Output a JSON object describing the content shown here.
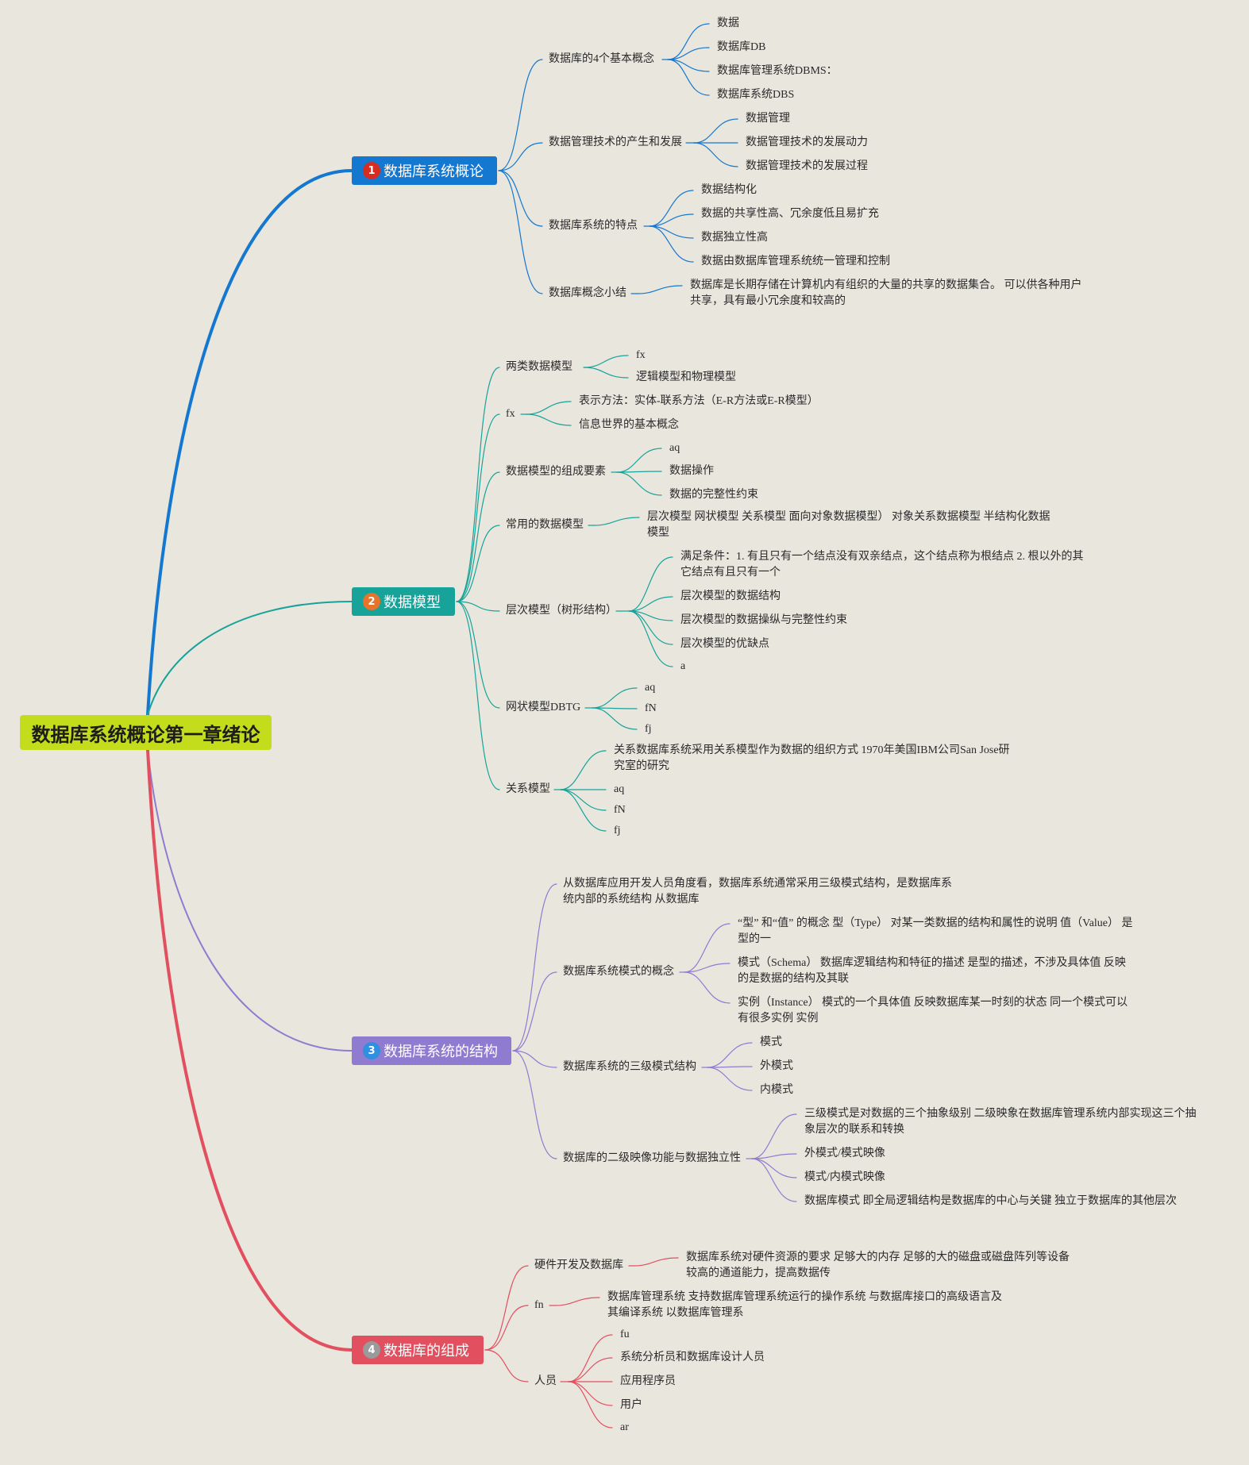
{
  "root": {
    "label": "数据库系统概论第一章绪论",
    "color": "#c3dc1b"
  },
  "branches": [
    {
      "id": "b1",
      "number": "1",
      "label": "数据库系统概论",
      "color": "#1477d0",
      "badge_color": "#d62d20",
      "children": [
        {
          "label": "数据库的4个基本概念",
          "children": [
            "数据",
            "数据库DB",
            "数据库管理系统DBMS：",
            "数据库系统DBS"
          ]
        },
        {
          "label": "数据管理技术的产生和发展",
          "children": [
            "数据管理",
            "数据管理技术的发展动力",
            "数据管理技术的发展过程"
          ]
        },
        {
          "label": "数据库系统的特点",
          "children": [
            "数据结构化",
            "数据的共享性高、冗余度低且易扩充",
            "数据独立性高",
            "数据由数据库管理系统统一管理和控制"
          ]
        },
        {
          "label": "数据库概念小结",
          "children": [
            "数据库是长期存储在计算机内有组织的大量的共享的数据集合。 可以供各种用户共享，具有最小冗余度和较高的"
          ]
        }
      ]
    },
    {
      "id": "b2",
      "number": "2",
      "label": "数据模型",
      "color": "#17a39a",
      "badge_color": "#e6742a",
      "children": [
        {
          "label": "两类数据模型",
          "children": [
            "fx",
            "逻辑模型和物理模型"
          ]
        },
        {
          "label": "fx",
          "children": [
            "表示方法：实体-联系方法（E-R方法或E-R模型）",
            "信息世界的基本概念"
          ]
        },
        {
          "label": "数据模型的组成要素",
          "children": [
            "aq",
            "数据操作",
            "数据的完整性约束"
          ]
        },
        {
          "label": "常用的数据模型",
          "children": [
            "层次模型 网状模型 关系模型 面向对象数据模型） 对象关系数据模型 半结构化数据模型"
          ]
        },
        {
          "label": "层次模型（树形结构）",
          "children": [
            "满足条件：1. 有且只有一个结点没有双亲结点，这个结点称为根结点 2. 根以外的其它结点有且只有一个",
            "层次模型的数据结构",
            "层次模型的数据操纵与完整性约束",
            "层次模型的优缺点",
            "a"
          ]
        },
        {
          "label": "网状模型DBTG",
          "children": [
            "aq",
            "fN",
            "fj"
          ]
        },
        {
          "label": "关系模型",
          "children": [
            "关系数据库系统采用关系模型作为数据的组织方式 1970年美国IBM公司San Jose研究室的研究",
            "aq",
            "fN",
            "fj"
          ]
        }
      ]
    },
    {
      "id": "b3",
      "number": "3",
      "label": "数据库系统的结构",
      "color": "#8f7bd0",
      "badge_color": "#2f8fe0",
      "children": [
        {
          "label": "从数据库应用开发人员角度看，数据库系统通常采用三级模式结构，是数据库系统内部的系统结构 从数据库",
          "children": []
        },
        {
          "label": "数据库系统模式的概念",
          "children": [
            "“型” 和“值” 的概念 型（Type） 对某一类数据的结构和属性的说明 值（Value） 是型的一",
            "模式（Schema） 数据库逻辑结构和特征的描述 是型的描述，不涉及具体值 反映的是数据的结构及其联",
            "实例（Instance） 模式的一个具体值 反映数据库某一时刻的状态 同一个模式可以有很多实例 实例"
          ]
        },
        {
          "label": "数据库系统的三级模式结构",
          "children": [
            "模式",
            "外模式",
            "内模式"
          ]
        },
        {
          "label": "数据库的二级映像功能与数据独立性",
          "children": [
            "三级模式是对数据的三个抽象级别 二级映象在数据库管理系统内部实现这三个抽象层次的联系和转换",
            "外模式/模式映像",
            "模式/内模式映像",
            "数据库模式 即全局逻辑结构是数据库的中心与关键 独立于数据库的其他层次"
          ]
        }
      ]
    },
    {
      "id": "b4",
      "number": "4",
      "label": "数据库的组成",
      "color": "#e2505f",
      "badge_color": "#9a9a9a",
      "children": [
        {
          "label": "硬件开发及数据库",
          "children": [
            "数据库系统对硬件资源的要求 足够大的内存 足够的大的磁盘或磁盘阵列等设备 较高的通道能力，提高数据传"
          ]
        },
        {
          "label": "fn",
          "children": [
            "数据库管理系统 支持数据库管理系统运行的操作系统 与数据库接口的高级语言及其编译系统 以数据库管理系"
          ]
        },
        {
          "label": "人员",
          "children": [
            "fu",
            "系统分析员和数据库设计人员",
            "应用程序员",
            "用户",
            "ar"
          ]
        }
      ]
    }
  ]
}
